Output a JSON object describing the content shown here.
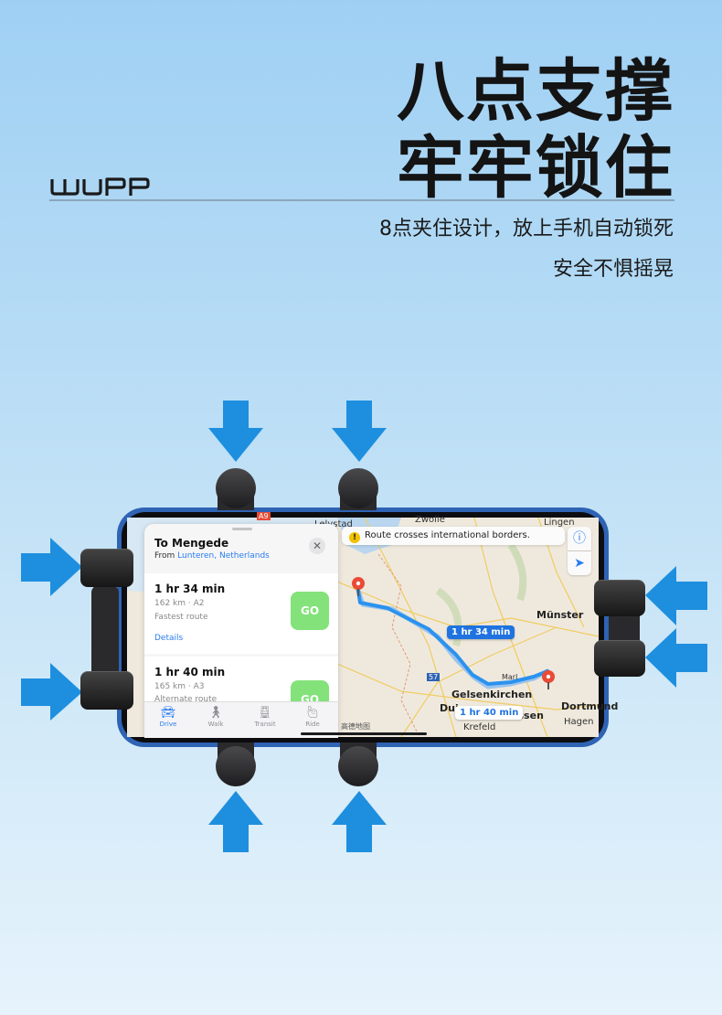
{
  "brand": {
    "logo_text": "WUPP"
  },
  "headline": {
    "line1": "八点支撑",
    "line2": "牢牢锁住"
  },
  "subtitle": {
    "line1": "8点夹住设计，放上手机自动锁死",
    "line2": "安全不惧摇晃"
  },
  "colors": {
    "arrow": "#1e8fdf",
    "background_top": "#9fd0f4",
    "phone_frame": "#2f63b4",
    "go_button": "#83e27a",
    "link": "#2a7cf0"
  },
  "phone_screen": {
    "alert": {
      "icon": "warning-icon",
      "text": "Route crosses international borders."
    },
    "map_buttons": [
      {
        "icon": "info-icon"
      },
      {
        "icon": "location-arrow-icon"
      }
    ],
    "map_labels": {
      "zwolle": "Zwolle",
      "lelystad": "Lelystad",
      "lingen": "Lingen",
      "munster": "Münster",
      "gelsenkirchen": "Gelsenkirchen",
      "essen": "Essen",
      "dortmund": "Dortmund",
      "hagen": "Hagen",
      "krefeld": "Krefeld",
      "duisburg": "Dui",
      "marl": "Marl",
      "road_a9": "A9",
      "road_57": "57"
    },
    "route_pills": {
      "selected": "1 hr 34 min",
      "alternate": "1 hr 40 min"
    },
    "map_logo": "高德地图",
    "panel": {
      "title": "To Mengede",
      "from_prefix": "From",
      "from_place": "Lunteren, Netherlands",
      "close_icon": "close-icon",
      "routes": [
        {
          "time": "1 hr 34 min",
          "distance": "162 km · A2",
          "note": "Fastest route",
          "go_label": "GO"
        },
        {
          "time": "1 hr 40 min",
          "distance": "165 km · A3",
          "note": "Alternate route",
          "go_label": "GO"
        }
      ],
      "details_label": "Details",
      "tabs": [
        {
          "label": "Drive",
          "icon": "car-icon",
          "active": true
        },
        {
          "label": "Walk",
          "icon": "walk-icon",
          "active": false
        },
        {
          "label": "Transit",
          "icon": "train-icon",
          "active": false
        },
        {
          "label": "Ride",
          "icon": "hail-icon",
          "active": false
        }
      ]
    }
  }
}
